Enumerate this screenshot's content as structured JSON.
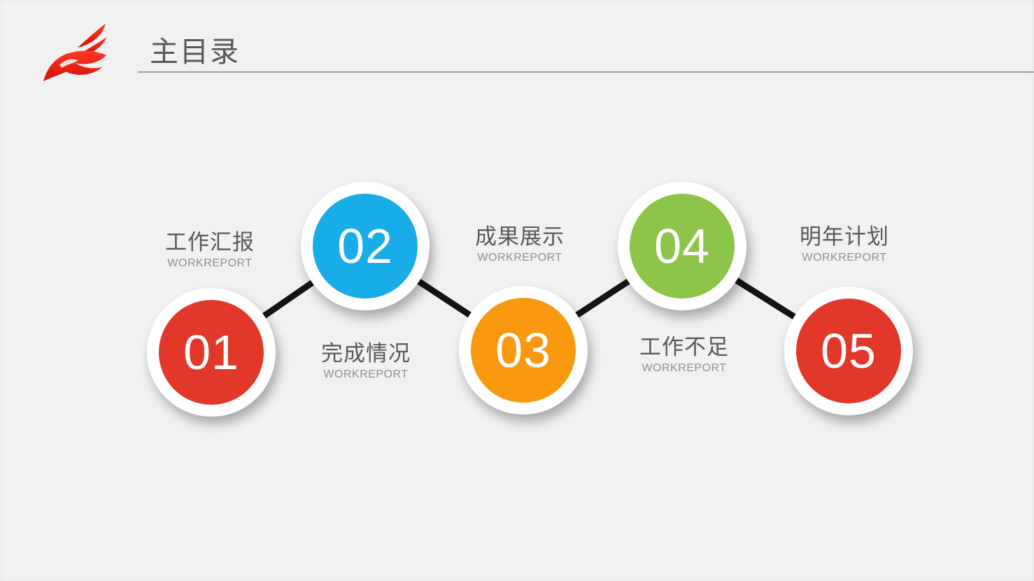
{
  "header": {
    "title": "主目录",
    "logo_name": "red-flame-logo",
    "underline_color": "#9d9d9d",
    "chevrons": [
      {
        "name": "chevron-1",
        "color": "#e13b2a"
      },
      {
        "name": "chevron-2",
        "color": "#f9a01b"
      },
      {
        "name": "chevron-3",
        "color": "#8dc63f"
      },
      {
        "name": "chevron-4",
        "color": "#e13b2a"
      },
      {
        "name": "chevron-5",
        "color": "#18a9e8"
      }
    ]
  },
  "diagram": {
    "connector_color": "#141414",
    "items": [
      {
        "number": "01",
        "color": "#e1382a",
        "label": "工作汇报",
        "sublabel": "WORKREPORT"
      },
      {
        "number": "02",
        "color": "#18ace9",
        "label": "完成情况",
        "sublabel": "WORKREPORT"
      },
      {
        "number": "03",
        "color": "#f8990f",
        "label": "成果展示",
        "sublabel": "WORKREPORT"
      },
      {
        "number": "04",
        "color": "#8cc54a",
        "label": "工作不足",
        "sublabel": "WORKREPORT"
      },
      {
        "number": "05",
        "color": "#e1382a",
        "label": "明年计划",
        "sublabel": "WORKREPORT"
      }
    ]
  },
  "colors": {
    "background": "#f1f1f1",
    "title_text": "#595959",
    "label_text": "#595959",
    "sublabel_text": "#8f8f8f",
    "circle_ring": "#ffffff",
    "number_text": "#ffffff"
  }
}
